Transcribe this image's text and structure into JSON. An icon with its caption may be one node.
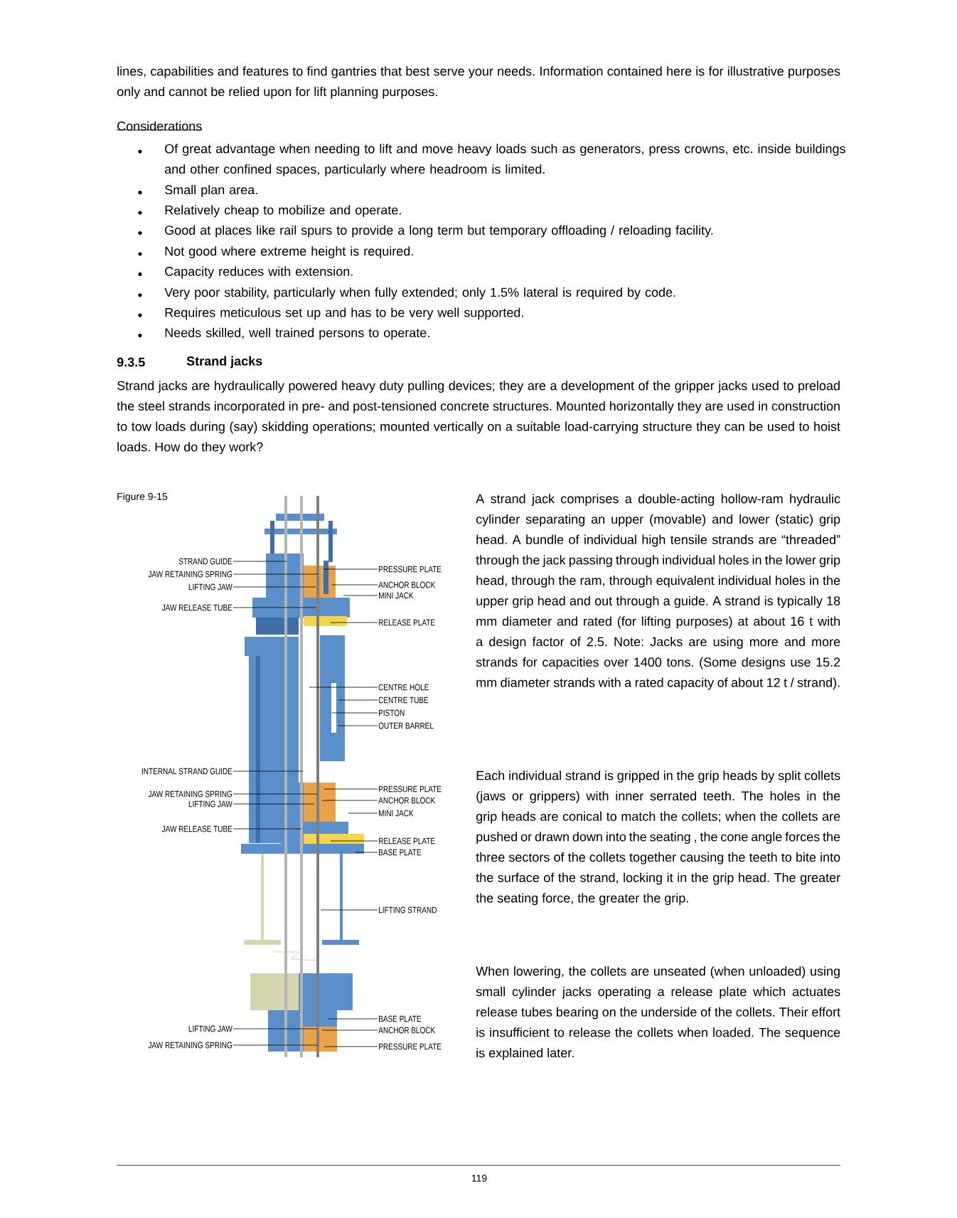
{
  "diagram": {
    "caption": "Figure 9-15",
    "nodes": [
      {
        "text": [
          "STRAND GUIDE"
        ]
      },
      {
        "text": [
          "JAW RETAINING SPRING"
        ]
      },
      {
        "text": [
          "LIFTING JAW"
        ]
      },
      {
        "text": [
          "JAW RELEASE TUBE"
        ]
      },
      {
        "text": [
          "INTERNAL STRAND GUIDE"
        ]
      },
      {
        "text": [
          "JAW RETAINING SPRING"
        ]
      },
      {
        "text": [
          "LIFTING JAW"
        ]
      },
      {
        "text": [
          "JAW RELEASE TUBE"
        ]
      },
      {
        "text": [
          "LIFTING JAW"
        ]
      },
      {
        "text": [
          "JAW RETAINING SPRING"
        ]
      },
      {
        "text": [
          "PRESSURE PLATE"
        ]
      },
      {
        "text": [
          "ANCHOR BLOCK"
        ]
      },
      {
        "text": [
          "MINI JACK"
        ]
      },
      {
        "text": [
          "RELEASE PLATE"
        ]
      },
      {
        "text": [
          "CENTRE HOLE"
        ]
      },
      {
        "text": [
          "CENTRE TUBE"
        ]
      },
      {
        "text": [
          "PISTON"
        ]
      },
      {
        "text": [
          "OUTER BARREL"
        ]
      },
      {
        "text": [
          "PRESSURE PLATE"
        ]
      },
      {
        "text": [
          "ANCHOR BLOCK"
        ]
      },
      {
        "text": [
          "MINI JACK"
        ]
      },
      {
        "text": [
          "RELEASE PLATE"
        ]
      },
      {
        "text": [
          "BASE PLATE"
        ]
      },
      {
        "text": [
          "LIFTING STRAND"
        ]
      },
      {
        "text": [
          "BASE PLATE"
        ]
      },
      {
        "text": [
          "ANCHOR BLOCK"
        ]
      },
      {
        "text": [
          "PRESSURE PLATE"
        ]
      }
    ],
    "edges": [
      {
        "from": 0,
        "to": null,
        "arrow": "none"
      },
      {
        "from": 1,
        "to": null,
        "arrow": "none"
      },
      {
        "from": 2,
        "to": null,
        "arrow": "none"
      },
      {
        "from": 3,
        "to": null,
        "arrow": "none"
      },
      {
        "from": 4,
        "to": null,
        "arrow": "none"
      },
      {
        "from": 5,
        "to": null,
        "arrow": "none"
      },
      {
        "from": 6,
        "to": null,
        "arrow": "none"
      },
      {
        "from": 7,
        "to": null,
        "arrow": "none"
      },
      {
        "from": 8,
        "to": null,
        "arrow": "none"
      },
      {
        "from": 9,
        "to": null,
        "arrow": "none"
      },
      {
        "from": 10,
        "to": null,
        "arrow": "none"
      },
      {
        "from": 11,
        "to": null,
        "arrow": "none"
      },
      {
        "from": 12,
        "to": null,
        "arrow": "none"
      },
      {
        "from": 13,
        "to": null,
        "arrow": "none"
      },
      {
        "from": 14,
        "to": null,
        "arrow": "none"
      },
      {
        "from": 15,
        "to": null,
        "arrow": "none"
      },
      {
        "from": 16,
        "to": null,
        "arrow": "none"
      },
      {
        "from": 17,
        "to": null,
        "arrow": "none"
      },
      {
        "from": 18,
        "to": null,
        "arrow": "none"
      },
      {
        "from": 19,
        "to": null,
        "arrow": "none"
      },
      {
        "from": 20,
        "to": null,
        "arrow": "none"
      },
      {
        "from": 21,
        "to": null,
        "arrow": "none"
      },
      {
        "from": 22,
        "to": null,
        "arrow": "none"
      },
      {
        "from": 23,
        "to": null,
        "arrow": "none"
      },
      {
        "from": 24,
        "to": null,
        "arrow": "none"
      },
      {
        "from": 25,
        "to": null,
        "arrow": "none"
      },
      {
        "from": 26,
        "to": null,
        "arrow": "none"
      }
    ],
    "labels": [
      "lines, capabilities and features to find gantries that best serve your needs. Information contained here is for illustrative purposes only and cannot be relied upon for lift planning purposes.",
      "Considerations",
      "Of great advantage when needing to lift and move heavy loads such as generators, press crowns, etc. inside buildings and other confined spaces, particularly where headroom is limited.",
      "Small plan area.",
      "Relatively cheap to mobilize and operate.",
      "Good at places like rail spurs to provide a long term but temporary offloading / reloading facility.",
      "Not good where extreme height is required.",
      "Capacity reduces with extension.",
      "Very poor stability, particularly when fully extended; only 1.5% lateral is required by code.",
      "Requires meticulous set up and has to be very well supported.",
      "Needs skilled, well trained persons to operate.",
      "9.3.5",
      "Strand jacks",
      "Strand jacks are hydraulically powered heavy duty pulling devices; they are a development of the gripper jacks used to preload the steel strands incorporated in pre- and post-tensioned concrete structures. Mounted horizontally they are used in construction to tow loads during (say) skidding operations; mounted vertically on a suitable load-carrying structure they can be used to hoist loads. How do they work?",
      "A strand jack comprises a double-acting hollow-ram hydraulic cylinder separating an upper (movable) and lower (static) grip head. A bundle of individual high tensile strands are “threaded” through the jack passing through individual holes in the lower grip head, through the ram, through equivalent individual holes in the upper grip head and out through a guide. A strand is typically 18 mm diameter and rated (for lifting purposes) at about 16 t with a design factor of 2.5. Note: Jacks are using more and more strands for capacities over 1400 tons. (Some designs use 15.2 mm diameter strands with a rated capacity of about 12 t / strand).",
      "Each individual strand is gripped in the grip heads by split collets (jaws or grippers) with inner serrated teeth. The holes in the grip heads are conical to match the collets; when the collets are pushed or drawn down into the seating , the cone angle forces the three sectors of the collets together causing the teeth to bite into the surface of the strand, locking it in the grip head. The greater the seating force, the greater the grip.",
      "When lowering, the collets are unseated (when unloaded) using small cylinder jacks operating a release plate which actuates release tubes bearing on the underside of the collets. Their effort is insufficient to release the collets when loaded. The sequence is explained later.",
      "119"
    ]
  }
}
